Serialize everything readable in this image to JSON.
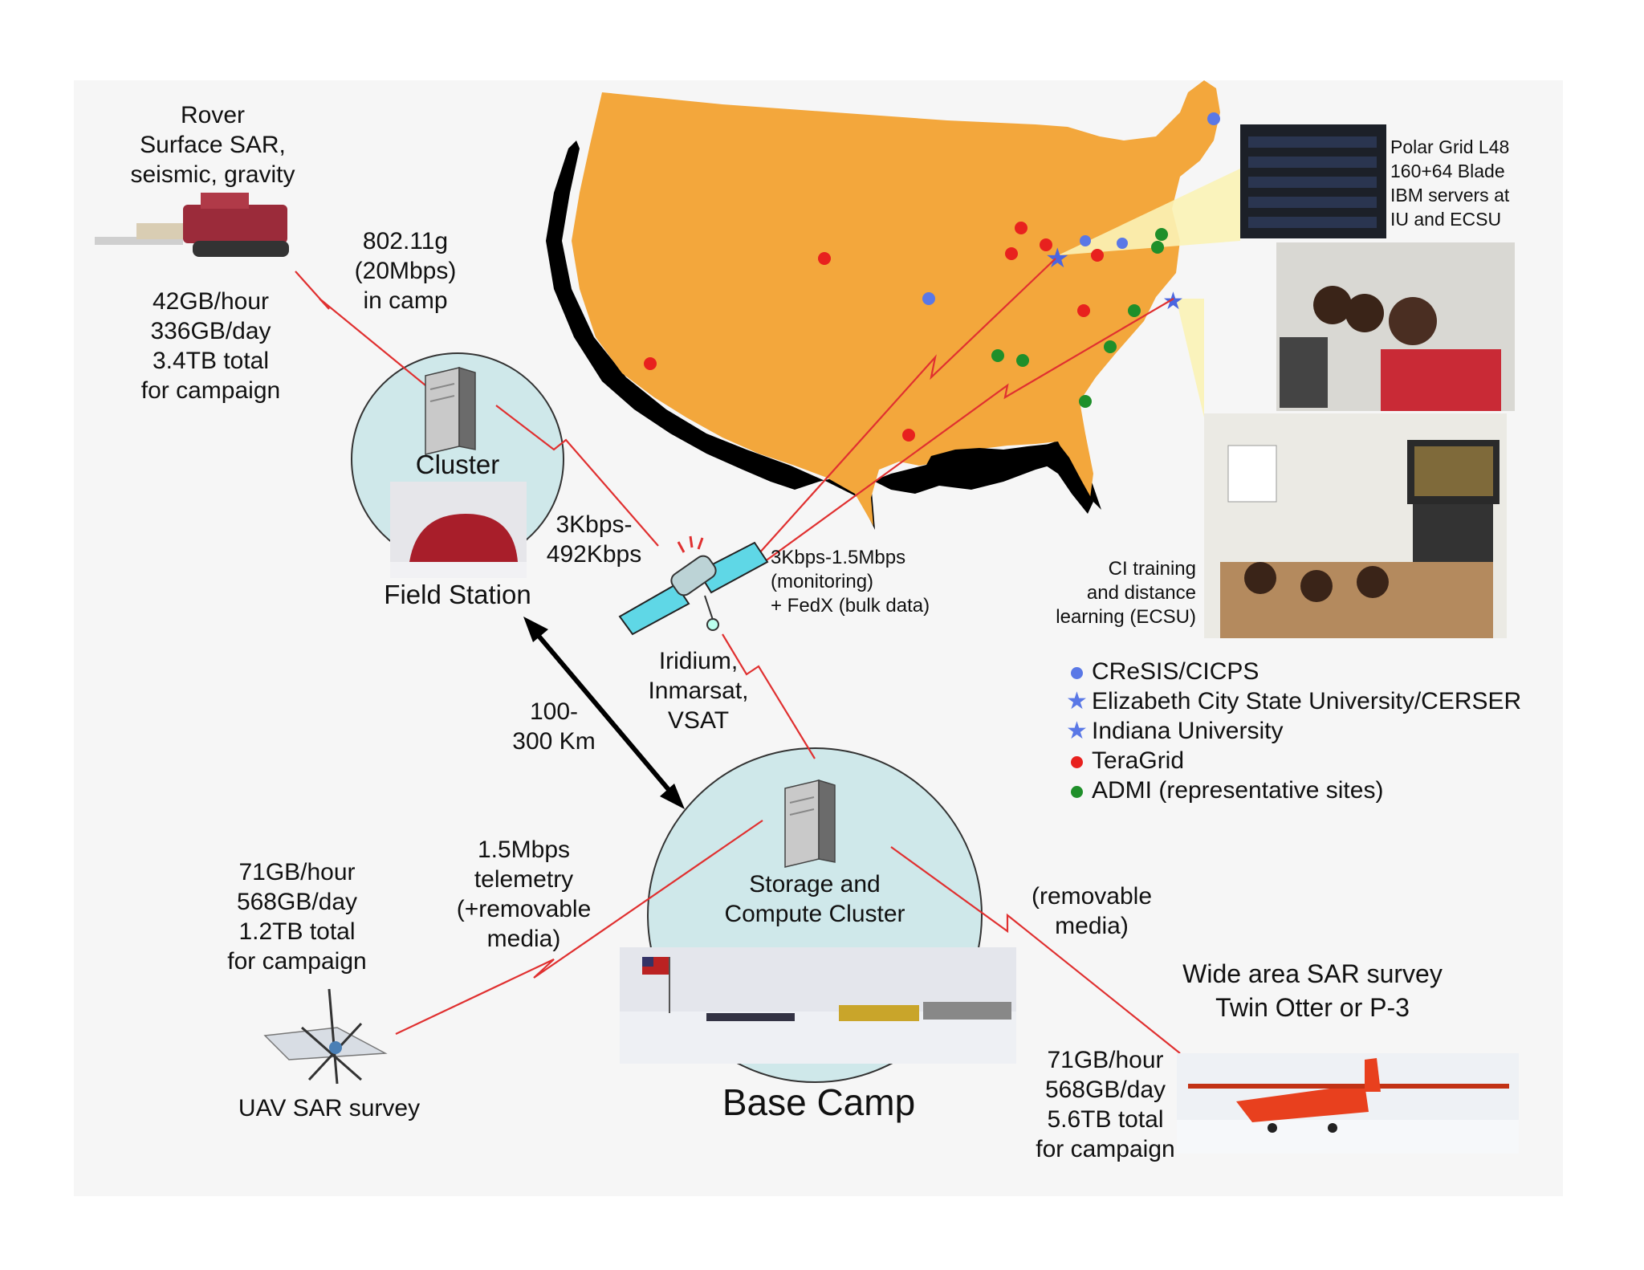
{
  "rover": {
    "title": "Rover\nSurface SAR,\nseismic, gravity",
    "stats": "42GB/hour\n336GB/day\n3.4TB total\nfor campaign"
  },
  "camp_link": "802.11g\n(20Mbps)\nin camp",
  "field_station": {
    "cluster_label": "Cluster",
    "name": "Field Station"
  },
  "sat_uplink": "3Kbps-\n492Kbps",
  "sat_downlink": "3Kbps-1.5Mbps\n(monitoring)\n+ FedX (bulk data)",
  "sat_networks": "Iridium,\nInmarsat,\nVSAT",
  "distance": "100-\n300 Km",
  "uav": {
    "stats": "71GB/hour\n568GB/day\n1.2TB total\nfor campaign",
    "link": "1.5Mbps\ntelemetry\n(+removable\nmedia)",
    "name": "UAV SAR survey"
  },
  "base_camp": {
    "cluster_label": "Storage and\nCompute Cluster",
    "name": "Base Camp"
  },
  "wide_area": {
    "link": "(removable\nmedia)",
    "title": "Wide area SAR survey\nTwin Otter or P-3",
    "stats": "71GB/hour\n568GB/day\n5.6TB total\nfor campaign"
  },
  "polar_grid": "Polar Grid L48\n160+64 Blade\nIBM servers at\nIU and ECSU",
  "ci_training": "CI training\nand distance\nlearning (ECSU)",
  "legend": [
    {
      "marker": "dot",
      "color": "#5a78e6",
      "label": "CReSIS/CICPS"
    },
    {
      "marker": "star",
      "color": "#5a78e6",
      "label": "Elizabeth City State University/CERSER"
    },
    {
      "marker": "star",
      "color": "#5a78e6",
      "label": "Indiana University"
    },
    {
      "marker": "dot",
      "color": "#e8211e",
      "label": "TeraGrid"
    },
    {
      "marker": "dot",
      "color": "#1f8f2a",
      "label": "ADMI (representative sites)"
    }
  ],
  "colors": {
    "map": "#f3a73c",
    "circle": "#cfe8ea",
    "link": "#e03030",
    "satellite_panel": "#5fd7e6"
  }
}
